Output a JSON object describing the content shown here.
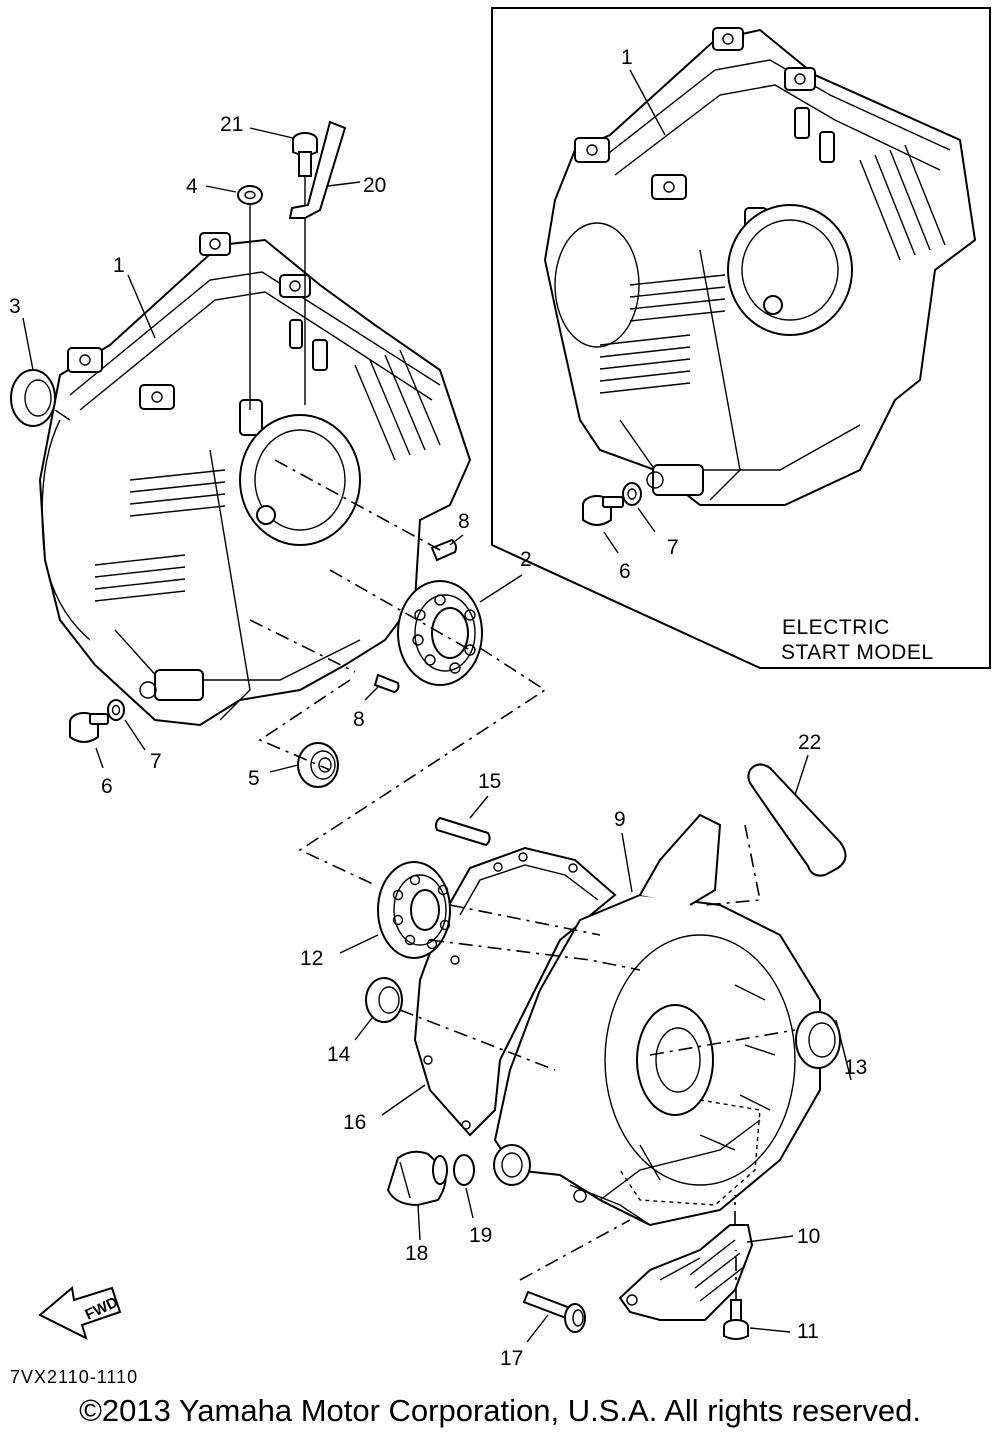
{
  "callout_labels": {
    "c1": "1",
    "c1b": "1",
    "c2": "2",
    "c3": "3",
    "c4": "4",
    "c5": "5",
    "c6": "6",
    "c6b": "6",
    "c7": "7",
    "c7b": "7",
    "c8a": "8",
    "c8b": "8",
    "c9": "9",
    "c10": "10",
    "c11": "11",
    "c12": "12",
    "c13": "13",
    "c14": "14",
    "c15": "15",
    "c16": "16",
    "c17": "17",
    "c18": "18",
    "c19": "19",
    "c20": "20",
    "c21": "21",
    "c22": "22"
  },
  "inset": {
    "title_line1": "ELECTRIC",
    "title_line2": "START MODEL"
  },
  "fwd_label": "FWD",
  "catalog_code": "7VX2110-1110",
  "copyright": "©2013 Yamaha Motor Corporation, U.S.A. All rights reserved."
}
